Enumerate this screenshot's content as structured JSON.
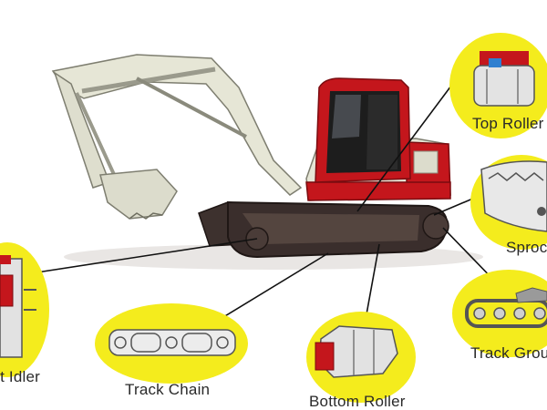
{
  "diagram": {
    "parts": [
      {
        "id": "top-roller",
        "label": "Top Roller"
      },
      {
        "id": "sprocket",
        "label": "Sprocket"
      },
      {
        "id": "track-group",
        "label": "Track Group"
      },
      {
        "id": "bottom-roller",
        "label": "Bottom Roller"
      },
      {
        "id": "track-chain",
        "label": "Track Chain"
      },
      {
        "id": "front-idler",
        "label": "Front Idler"
      }
    ]
  },
  "colors": {
    "callout_fill": "#f4ec1d",
    "cab_red": "#c4161c",
    "body_cream": "#e6e6d6",
    "track_dark": "#3a2e2c",
    "leader_line": "#111111"
  }
}
